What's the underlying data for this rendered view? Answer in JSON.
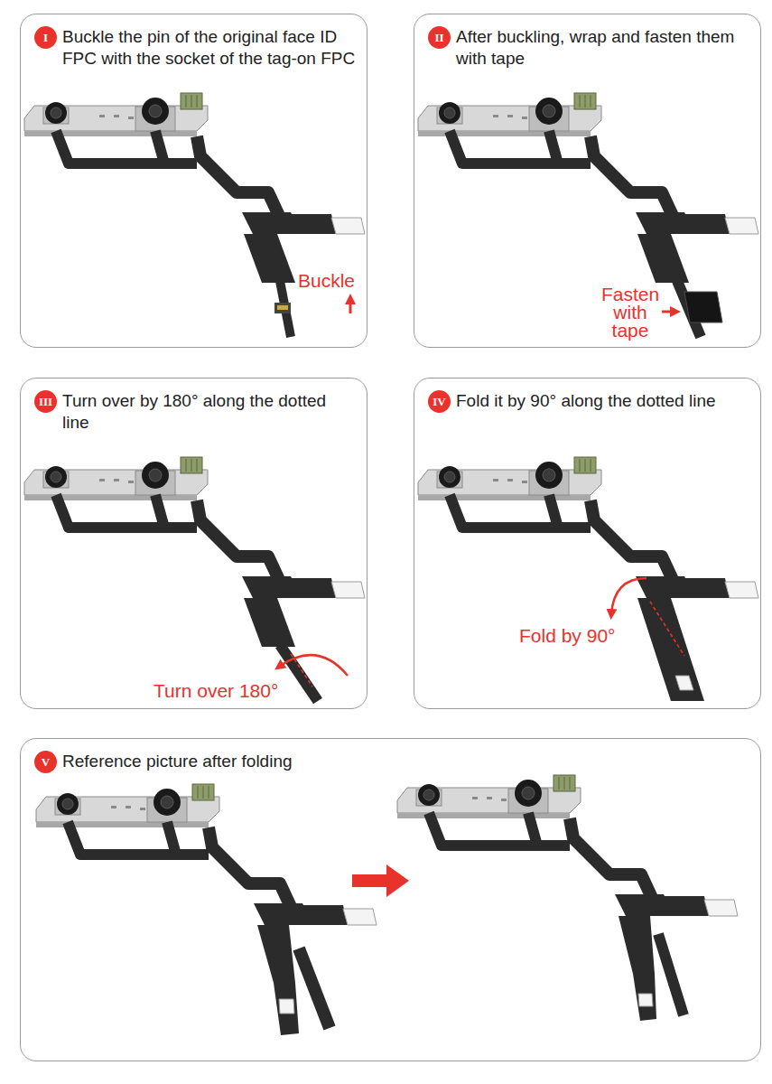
{
  "diagram": {
    "nodes": [
      {
        "text": [
          "Buckle the pin of the original face ID FPC with the socket of the tag-on FPC"
        ]
      },
      {
        "text": [
          "I"
        ],
        "in": 0
      },
      {
        "text": [
          "After buckling, wrap and fasten them with tape"
        ]
      },
      {
        "text": [
          "II"
        ],
        "in": 2
      },
      {
        "text": [
          "Turn over by 180° along the dotted line"
        ]
      },
      {
        "text": [
          "III"
        ],
        "in": 4
      },
      {
        "text": [
          "Fold it by 90° along the dotted line"
        ]
      },
      {
        "text": [
          "IV"
        ],
        "in": 6
      },
      {
        "text": [
          "Reference picture after folding"
        ]
      },
      {
        "text": [
          "V"
        ],
        "in": 8
      }
    ],
    "labels": [
      "Buckle",
      "Fasten with tape",
      "Turn over 180°",
      "Fold by 90°"
    ]
  }
}
